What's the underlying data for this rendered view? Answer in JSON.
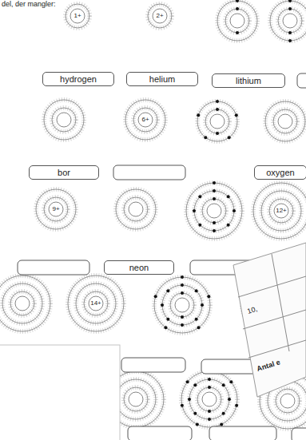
{
  "diagram": {
    "nodes": [
      {
        "text": [
          "hydrogen"
        ]
      },
      {
        "text": [
          "helium"
        ]
      },
      {
        "text": [
          "lithium"
        ]
      },
      {
        "text": [
          "bor"
        ]
      },
      {
        "text": [
          "oxygen"
        ]
      },
      {
        "text": [
          "neon"
        ]
      }
    ],
    "labels": [
      "del, der mangler:",
      "1+",
      "2+",
      "6+",
      "9+",
      "12+",
      "14+",
      "10,",
      "Antal e"
    ]
  }
}
